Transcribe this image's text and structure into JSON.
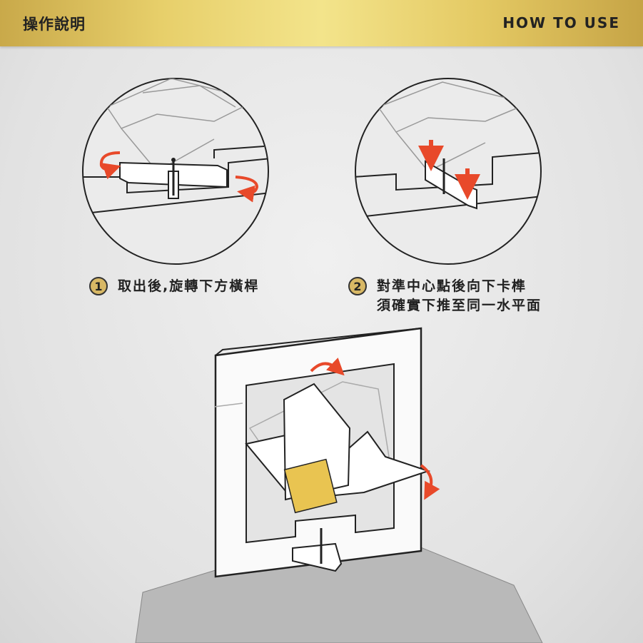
{
  "header": {
    "title_left": "操作說明",
    "title_right": "HOW TO USE"
  },
  "steps": [
    {
      "number": "1",
      "lines": [
        "取出後,旋轉下方橫桿"
      ]
    },
    {
      "number": "2",
      "lines": [
        "對準中心點後向下卡榫",
        "須確實下推至同一水平面"
      ]
    }
  ],
  "colors": {
    "accent": "#e8492a",
    "gold": "#d8b865",
    "header_gold": "#e7cf6a"
  }
}
